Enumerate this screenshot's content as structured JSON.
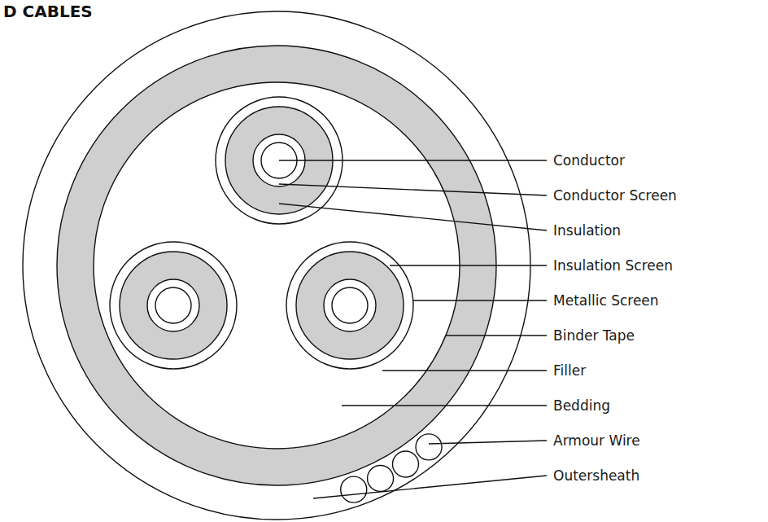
{
  "diagram": {
    "title": "D CABLES",
    "labels": [
      "Conductor",
      "Conductor Screen",
      "Insulation",
      "Insulation Screen",
      "Metallic Screen",
      "Binder Tape",
      "Filler",
      "Bedding",
      "Armour Wire",
      "Outersheath"
    ]
  }
}
